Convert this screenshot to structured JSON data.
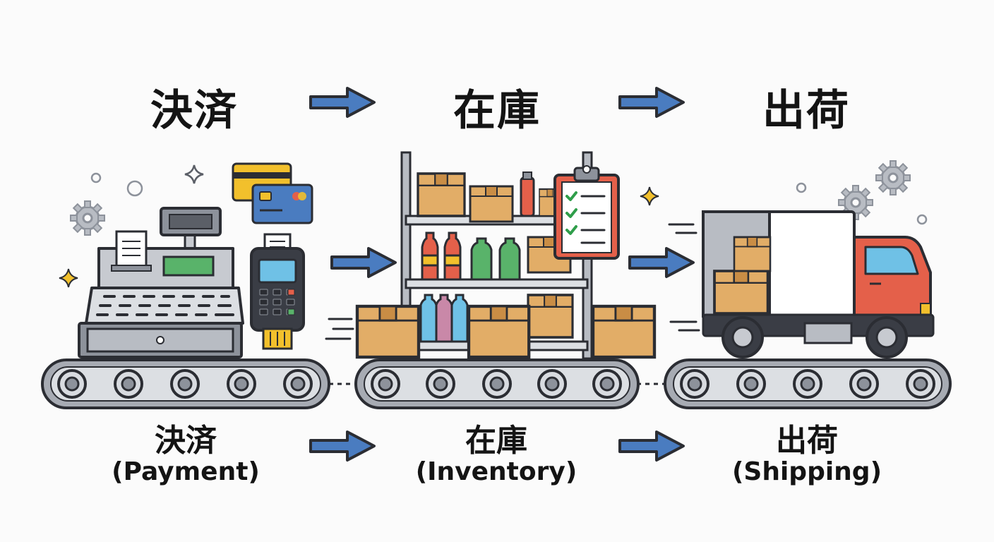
{
  "colors": {
    "outline": "#2b2d33",
    "box": "#e2ad67",
    "box_tape": "#c98d45",
    "arrow": "#4a7cc0",
    "conveyor": "#a7abb3",
    "truck_cab": "#e4604a",
    "screen_green": "#59b36a",
    "screen_blue": "#6fc1e6",
    "sparkle": "#f2c02c"
  },
  "stages": [
    {
      "name": "決済",
      "jp": "決済",
      "en": "(Payment)",
      "icon": "cash-register-icon"
    },
    {
      "name": "在庫",
      "jp": "在庫",
      "en": "(Inventory)",
      "icon": "warehouse-shelf-icon"
    },
    {
      "name": "出荷",
      "jp": "出荷",
      "en": "(Shipping)",
      "icon": "delivery-truck-icon"
    }
  ]
}
